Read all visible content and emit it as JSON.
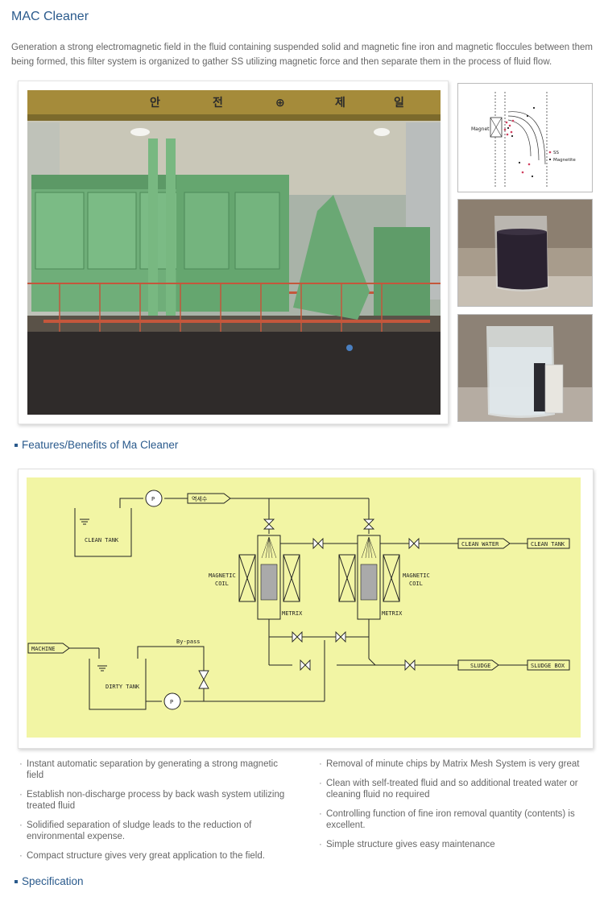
{
  "page": {
    "title": "MAC Cleaner",
    "intro": "Generation a strong electromagnetic field in the fluid containing suspended solid and magnetic fine iron and magnetic floccules between them being formed, this filter system is organized to gather SS utilizing magnetic force and then separate them in the process of fluid flow."
  },
  "photo": {
    "banner_chars": [
      "안",
      "전",
      "⊕",
      "제",
      "일"
    ]
  },
  "thumbs": {
    "magnet_diagram": {
      "magnet_label": "Magnet",
      "legend_ss": "SS",
      "legend_magnetite": "Magnetite"
    }
  },
  "sections": {
    "features_heading": "Features/Benefits of Ma Cleaner",
    "spec_heading": "Specification"
  },
  "diagram": {
    "pump_label": "P",
    "clean_tank": "CLEAN TANK",
    "backwash": "역세수",
    "magnetic_coil_left": [
      "MAGNETIC",
      "COIL"
    ],
    "magnetic_coil_right": [
      "MAGNETIC",
      "COIL"
    ],
    "metrix_left": "METRIX",
    "metrix_right": "METRIX",
    "clean_water": "CLEAN WATER",
    "clean_tank_out": "CLEAN TANK",
    "machine": "MACHINE",
    "bypass": "By-pass",
    "dirty_tank": "DIRTY TANK",
    "sludge": "SLUDGE",
    "sludge_box": "SLUDGE BOX"
  },
  "benefits": {
    "left": [
      "Instant automatic separation by generating a strong magnetic field",
      "Establish non-discharge process by back wash system utilizing treated fluid",
      "Solidified separation of sludge leads to the reduction of environmental expense.",
      "Compact structure gives very great application to the field."
    ],
    "right": [
      "Removal of minute chips by Matrix Mesh System is very great",
      "Clean with self-treated fluid and so additional treated water or cleaning fluid no required",
      "Controlling function of fine iron removal quantity (contents) is excellent.",
      "Simple structure gives easy maintenance"
    ]
  },
  "colors": {
    "heading": "#2a5a8c",
    "diagram_bg": "#f2f5a4",
    "machine_green": "#6fae79"
  }
}
